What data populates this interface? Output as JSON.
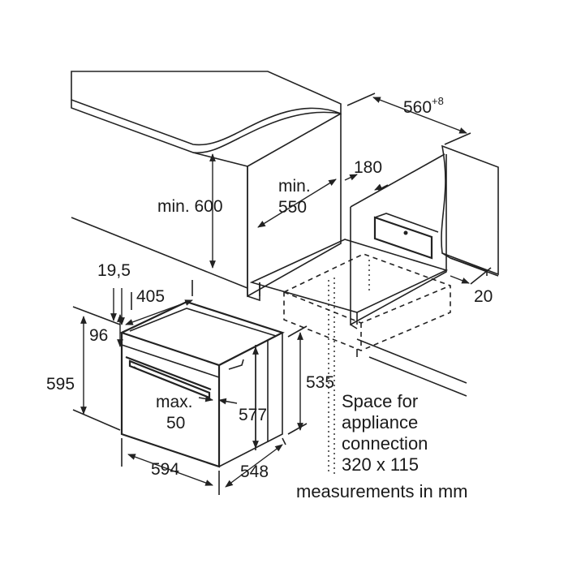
{
  "dimensions": {
    "niche_width_base": "560",
    "niche_width_tolerance": "+8",
    "top_clearance": "min. 600",
    "niche_depth_line1": "min.",
    "niche_depth_line2": "550",
    "vent_width": "180",
    "rear_gap": "20",
    "front_offset": "19,5",
    "panel_depth": "405",
    "top_height": "96",
    "total_height": "595",
    "body_height": "535",
    "body_depth_height": "577",
    "handle_max_line1": "max.",
    "handle_max_line2": "50",
    "total_width": "594",
    "total_depth": "548"
  },
  "notes": {
    "connection_line1": "Space for",
    "connection_line2": "appliance",
    "connection_line3": "connection",
    "connection_line4": "320 x 115",
    "units": "measurements in mm"
  },
  "colors": {
    "countertop": "#d3d3d3",
    "line": "#222222",
    "hatch": "#555555"
  }
}
